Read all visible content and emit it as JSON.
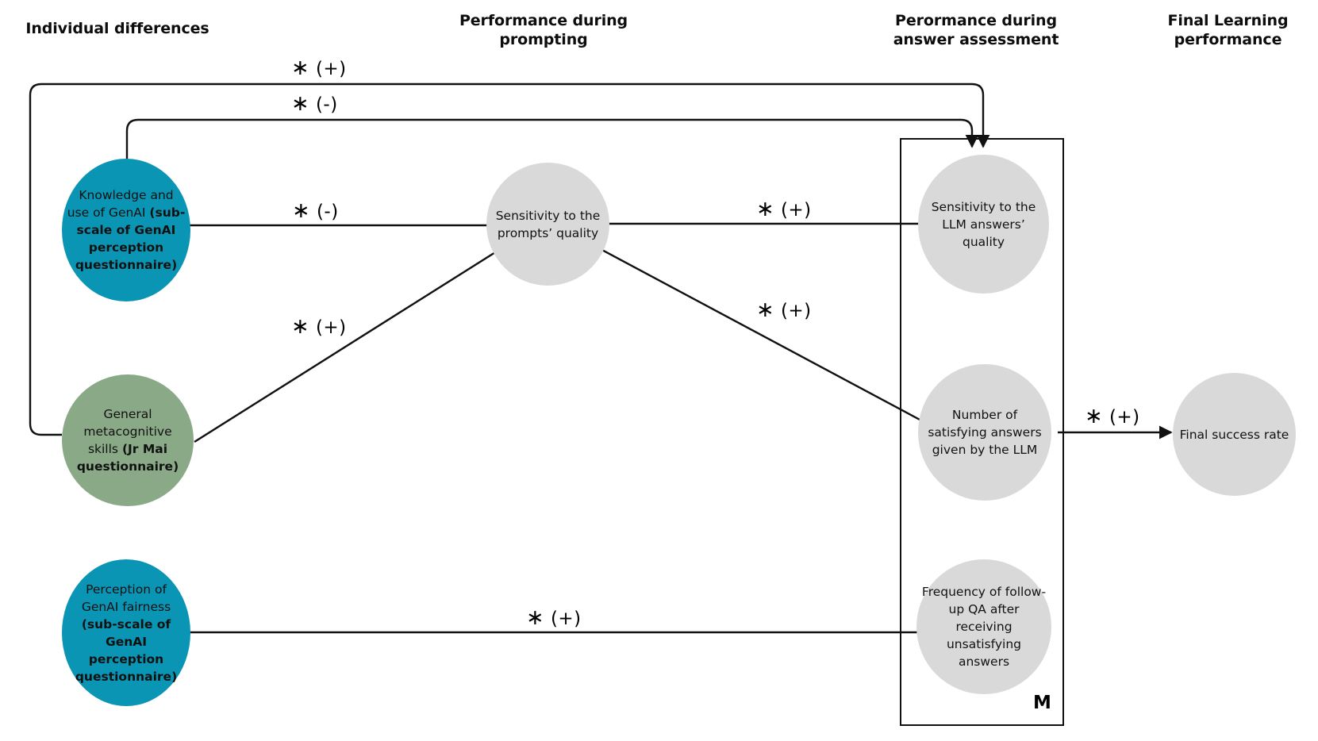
{
  "diagram": {
    "title": "Path model of individual differences, prompting performance, answer assessment and final learning performance",
    "colors": {
      "teal": "#0b95b4",
      "green": "#8aa987",
      "gray": "#d9d9d9",
      "line": "#111111"
    }
  },
  "columns": [
    {
      "id": "col-individual-differences",
      "label": "Individual differences"
    },
    {
      "id": "col-performance-prompting",
      "label": "Performance during\nprompting"
    },
    {
      "id": "col-performance-answer-assessment",
      "label": "Perormance during\nanswer assessment"
    },
    {
      "id": "col-final-learning-performance",
      "label": "Final Learning\nperformance"
    }
  ],
  "nodes": {
    "knowledge_use_genai": {
      "plain": "Knowledge and use of GenAI ",
      "bold": "(sub-scale of GenAI perception questionnaire)",
      "color": "teal"
    },
    "general_metacognitive": {
      "plain": "General metacognitive skills ",
      "bold": "(Jr Mai questionnaire)",
      "color": "green"
    },
    "perception_fairness": {
      "plain": "Perception of GenAI fairness ",
      "bold": "(sub-scale of GenAI perception questionnaire)",
      "color": "teal"
    },
    "sensitivity_prompts": {
      "plain": "Sensitivity to the prompts’ quality",
      "bold": "",
      "color": "gray"
    },
    "sensitivity_llm_answers": {
      "plain": "Sensitivity to the LLM answers’ quality",
      "bold": "",
      "color": "gray"
    },
    "number_satisfying_answers": {
      "plain": "Number of satisfying answers given by the LLM",
      "bold": "",
      "color": "gray"
    },
    "frequency_followup_qa": {
      "plain": "Frequency of follow-up QA after receiving unsatisfying answers",
      "bold": "",
      "color": "gray"
    },
    "final_success_rate": {
      "plain": "Final success rate",
      "bold": "",
      "color": "gray"
    }
  },
  "moderator": {
    "label": "M"
  },
  "edges": [
    {
      "id": "edge-metacognitive-to-llm-answers",
      "from": "general_metacognitive",
      "to": "sensitivity_llm_answers",
      "star": "∗",
      "sign": "(+)"
    },
    {
      "id": "edge-knowledge-to-llm-answers",
      "from": "knowledge_use_genai",
      "to": "sensitivity_llm_answers",
      "star": "∗",
      "sign": "(-)"
    },
    {
      "id": "edge-knowledge-to-prompts",
      "from": "knowledge_use_genai",
      "to": "sensitivity_prompts",
      "star": "∗",
      "sign": "(-)"
    },
    {
      "id": "edge-metacognitive-to-prompts",
      "from": "general_metacognitive",
      "to": "sensitivity_prompts",
      "star": "∗",
      "sign": "(+)"
    },
    {
      "id": "edge-prompts-to-llm-answers",
      "from": "sensitivity_prompts",
      "to": "sensitivity_llm_answers",
      "star": "∗",
      "sign": "(+)"
    },
    {
      "id": "edge-prompts-to-satisfying-answers",
      "from": "sensitivity_prompts",
      "to": "number_satisfying_answers",
      "star": "∗",
      "sign": "(+)"
    },
    {
      "id": "edge-satisfying-to-final-success",
      "from": "number_satisfying_answers",
      "to": "final_success_rate",
      "star": "∗",
      "sign": "(+)"
    },
    {
      "id": "edge-fairness-to-followup",
      "from": "perception_fairness",
      "to": "frequency_followup_qa",
      "star": "∗",
      "sign": "(+)"
    }
  ]
}
